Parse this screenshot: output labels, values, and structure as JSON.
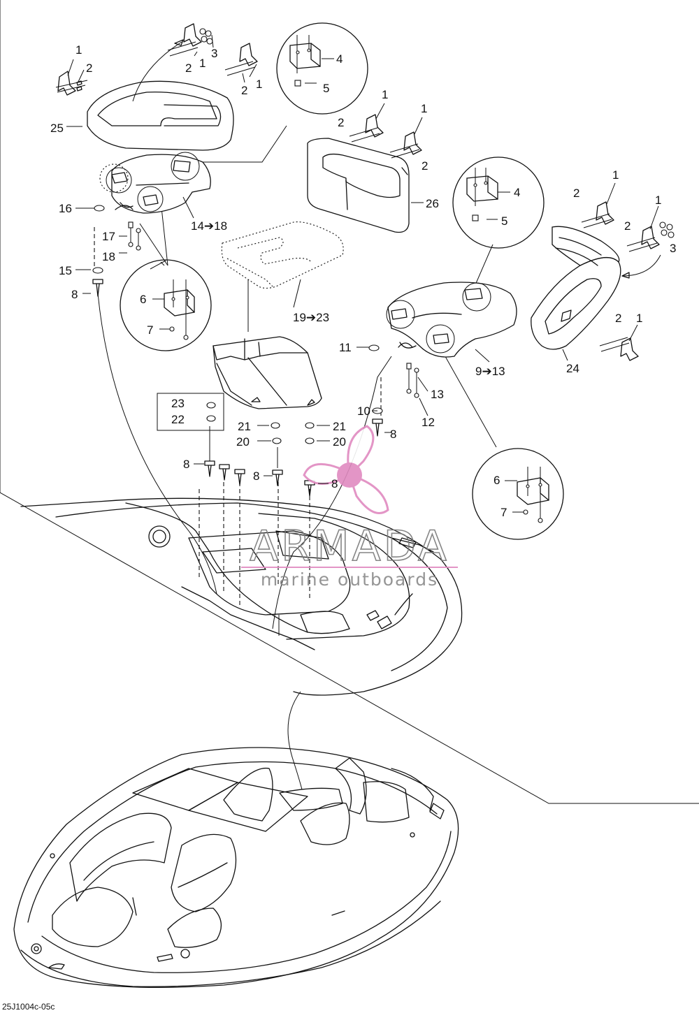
{
  "diagram_code": "25J1004c-05c",
  "watermark": {
    "brand": "ARMADA",
    "tagline": "marine outboards",
    "color": "#e08ac0"
  },
  "labels": {
    "c1": "1",
    "c2": "2",
    "c3": "3",
    "c4": "4",
    "c5": "5",
    "c6": "6",
    "c7": "7",
    "c8": "8",
    "c10": "10",
    "c11": "11",
    "c12": "12",
    "c13": "13",
    "c15": "15",
    "c16": "16",
    "c17": "17",
    "c18": "18",
    "c20": "20",
    "c21": "21",
    "c22": "22",
    "c23": "23",
    "c24": "24",
    "c25": "25",
    "c26": "26",
    "range_14_18": "14➔18",
    "range_19_23": "19➔23",
    "range_9_13": "9➔13"
  }
}
